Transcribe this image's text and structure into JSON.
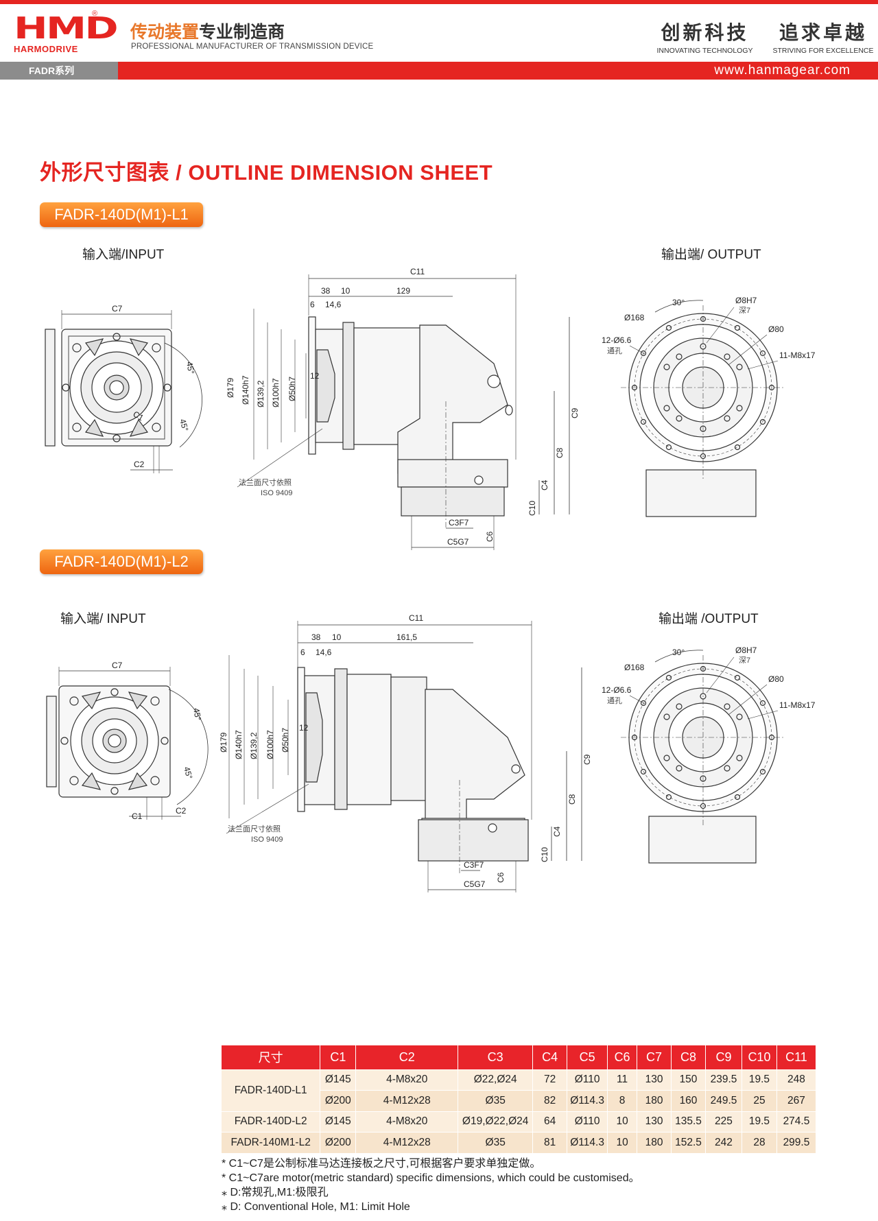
{
  "header": {
    "logo_mark": "HMD",
    "logo_text": "HARMODRIVE",
    "logo_reg": "®",
    "tagline_cn_1": "传动装置",
    "tagline_cn_2": "专业制造商",
    "tagline_en": "PROFESSIONAL MANUFACTURER OF TRANSMISSION DEVICE",
    "slogan_1_cn": "创新科技",
    "slogan_1_en": "INNOVATING TECHNOLOGY",
    "slogan_2_cn": "追求卓越",
    "slogan_2_en": "STRIVING FOR EXCELLENCE",
    "series": "FADR系列",
    "url": "www.hanmagear.com"
  },
  "page_title": "外形尺寸图表 / OUTLINE DIMENSION SHEET",
  "sections": [
    {
      "model": "FADR-140D(M1)-L1",
      "input_label": "输入端/INPUT",
      "output_label": "输出端/ OUTPUT",
      "dims": {
        "c11": "C11",
        "d38": "38",
        "d10": "10",
        "len": "129",
        "d6": "6",
        "d146": "14,6",
        "d179": "Ø179",
        "d140": "Ø140h7",
        "d1392": "Ø139,2",
        "d100": "Ø100h7",
        "d50": "Ø50h7",
        "d12": "12",
        "c9": "C9",
        "c8": "C8",
        "c4": "C4",
        "c10": "C10",
        "c3": "C3F7",
        "c6": "C6",
        "c5": "C5G7",
        "flange_cn": "法兰面尺寸依照",
        "flange_iso": "ISO 9409",
        "c7": "C7",
        "c1": "C1",
        "c2": "C2",
        "a45": "45°",
        "a30": "30°",
        "o168": "Ø168",
        "o8h7": "Ø8H7",
        "deep7": "深7",
        "o80": "Ø80",
        "holes": "12-Ø6.6",
        "through": "通孔",
        "m8": "11-M8x17"
      }
    },
    {
      "model": "FADR-140D(M1)-L2",
      "input_label": "输入端/ INPUT",
      "output_label": "输出端 /OUTPUT",
      "dims": {
        "c11": "C11",
        "d38": "38",
        "d10": "10",
        "len": "161,5",
        "d6": "6",
        "d146": "14,6",
        "d179": "Ø179",
        "d140": "Ø140h7",
        "d1392": "Ø139,2",
        "d100": "Ø100h7",
        "d50": "Ø50h7",
        "d12": "12",
        "c9": "C9",
        "c8": "C8",
        "c4": "C4",
        "c10": "C10",
        "c3": "C3F7",
        "c6": "C6",
        "c5": "C5G7",
        "flange_cn": "法兰面尺寸依照",
        "flange_iso": "ISO 9409",
        "c7": "C7",
        "c1": "C1",
        "c2": "C2",
        "a45": "45°",
        "a30": "30°",
        "o168": "Ø168",
        "o8h7": "Ø8H7",
        "deep7": "深7",
        "o80": "Ø80",
        "holes": "12-Ø6.6",
        "through": "通孔",
        "m8": "11-M8x17"
      }
    }
  ],
  "table": {
    "headers": [
      "尺寸",
      "C1",
      "C2",
      "C3",
      "C4",
      "C5",
      "C6",
      "C7",
      "C8",
      "C9",
      "C10",
      "C11"
    ],
    "groups": [
      {
        "model": "FADR-140D-L1",
        "rows": [
          [
            "Ø145",
            "4-M8x20",
            "Ø22,Ø24",
            "72",
            "Ø110",
            "11",
            "130",
            "150",
            "239.5",
            "19.5",
            "248"
          ],
          [
            "Ø200",
            "4-M12x28",
            "Ø35",
            "82",
            "Ø114.3",
            "8",
            "180",
            "160",
            "249.5",
            "25",
            "267"
          ]
        ]
      },
      {
        "model": "FADR-140D-L2",
        "rows": [
          [
            "Ø145",
            "4-M8x20",
            "Ø19,Ø22,Ø24",
            "64",
            "Ø110",
            "10",
            "130",
            "135.5",
            "225",
            "19.5",
            "274.5"
          ]
        ]
      },
      {
        "model": "FADR-140M1-L2",
        "rows": [
          [
            "Ø200",
            "4-M12x28",
            "Ø35",
            "81",
            "Ø114.3",
            "10",
            "180",
            "152.5",
            "242",
            "28",
            "299.5"
          ]
        ]
      }
    ]
  },
  "notes": [
    "* C1~C7是公制标准马达连接板之尺寸,可根据客户要求单独定做。",
    "* C1~C7are motor(metric standard)  specific dimensions, which could be customised。",
    "⁎ D:常规孔,M1:极限孔",
    "⁎ D: Conventional Hole, M1: Limit Hole"
  ],
  "colors": {
    "brand_red": "#e52521",
    "tag_orange": "#f07a1e",
    "tagline_orange": "#e8782b",
    "table_header": "#e8242a"
  }
}
